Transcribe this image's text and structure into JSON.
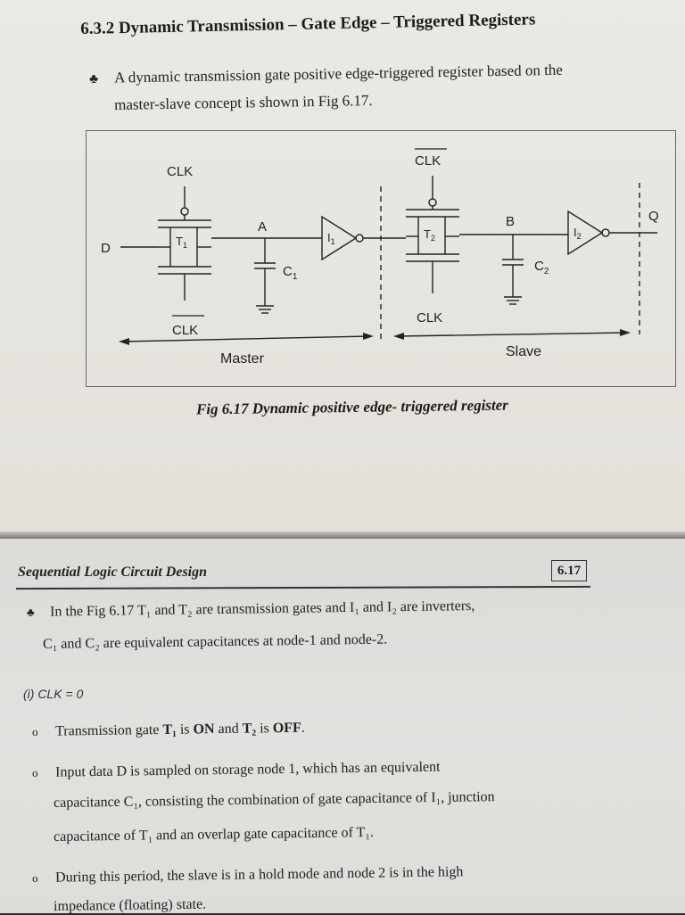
{
  "section_heading": "6.3.2 Dynamic Transmission – Gate Edge – Triggered Registers",
  "intro": {
    "line1": "A dynamic transmission gate positive edge-triggered register based on the",
    "line2": "master-slave concept is shown in Fig 6.17."
  },
  "figure": {
    "labels": {
      "clk_top_left": "CLK",
      "clk_bar_top_right": "CLK",
      "d": "D",
      "t1": "T",
      "t1_sub": "1",
      "a": "A",
      "i1": "I",
      "i1_sub": "1",
      "c1": "C",
      "c1_sub": "1",
      "clk_bar_bottom_left": "CLK",
      "t2": "T",
      "t2_sub": "2",
      "b": "B",
      "c2": "C",
      "c2_sub": "2",
      "clk_bottom_right": "CLK",
      "i2": "I",
      "i2_sub": "2",
      "q": "Q",
      "master": "Master",
      "slave": "Slave"
    },
    "caption": "Fig 6.17 Dynamic positive edge- triggered register"
  },
  "running_head": "Sequential Logic Circuit Design",
  "page_number": "6.17",
  "explanation": {
    "line1": "In the Fig 6.17 T₁ and T₂ are transmission gates and I₁ and I₂ are inverters,",
    "line2": "C₁ and C₂ are equivalent capacitances at node-1 and node-2."
  },
  "case_label": "(i) CLK = 0",
  "points": {
    "p1_a": "Transmission gate ",
    "p1_b": "T₁",
    "p1_c": " is ",
    "p1_d": "ON",
    "p1_e": " and ",
    "p1_f": "T₂",
    "p1_g": " is ",
    "p1_h": "OFF",
    "p1_i": ".",
    "p2_l1": "Input data D is sampled on storage node 1, which has an equivalent",
    "p2_l2": "capacitance C₁, consisting the combination of gate capacitance of I₁, junction",
    "p2_l3": "capacitance of T₁ and an overlap gate capacitance of T₁.",
    "p3_l1": "During this period, the slave is in a hold mode and node 2 is in the high",
    "p3_l2": "impedance (floating) state."
  }
}
